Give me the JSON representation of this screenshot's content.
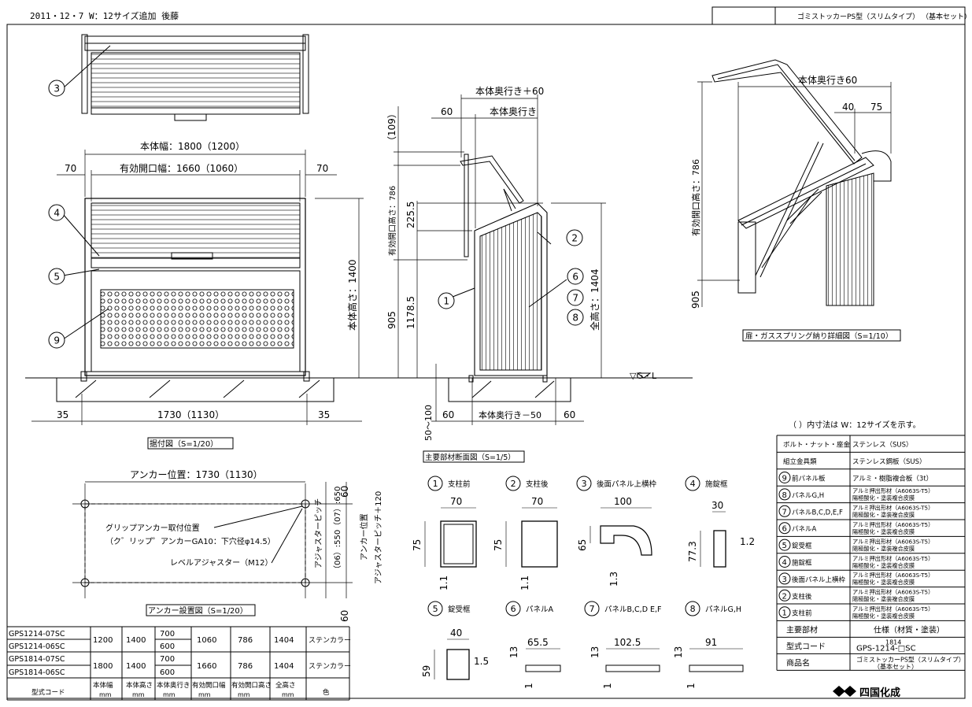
{
  "header": {
    "date_note": "2011・12・7 W：12サイズ追加 後藤",
    "title": "ゴミストッカーPS型（スリムタイプ） （基本セット）"
  },
  "callouts": [
    "1",
    "2",
    "3",
    "4",
    "5",
    "6",
    "7",
    "8",
    "9"
  ],
  "front_view": {
    "overall_width": "本体幅：1800（1200）",
    "side_70": "70",
    "opening_width": "有効開口幅：1660（1060）",
    "height_label": "本体高さ：1400",
    "anchor_span": "1730（1130）",
    "side_35": "35",
    "caption": "据付図（S=1/20）"
  },
  "side_view": {
    "depth_plus_60": "本体奥行き＋60",
    "dim_60": "60",
    "depth": "本体奥行き",
    "dim_109": "（109）",
    "opening_height": "有効開口高さ：786",
    "dim_2255": "225.5",
    "dim_905": "905",
    "dim_11785": "1178.5",
    "total_height": "全高さ：1404",
    "gl": "▽G・L",
    "dim_50_100": "50～100",
    "depth_minus_50": "本体奥行き－50"
  },
  "detail_view": {
    "depth_60": "本体奥行き60",
    "dim_40": "40",
    "dim_75": "75",
    "opening_height": "有効開口高さ：786",
    "dim_905": "905",
    "caption": "扉・ガススプリング納り詳細図（S=1/10）"
  },
  "anchor_view": {
    "anchor_position": "アンカー位置：1730（1130）",
    "dim_60": "60",
    "grip_anchor": "グリップアンカー取付位置",
    "grip_anchor_spec": "（ク゛リップ゜アンカーGA10：下穴径φ14.5）",
    "level_adjuster": "レベルアジャスター（M12）",
    "adj_pitch": "アジャスターピッチ",
    "adj_pitch_values": "（06）:550（07）:650",
    "anchor_pos_v": "アンカー位置",
    "adj_pitch_plus": "アジャスターピッチ＋120",
    "caption": "アンカー設置図（S=1/20）"
  },
  "sections": {
    "caption": "主要部材断面図（S=1/5）",
    "items": [
      {
        "no": "1",
        "name": "支柱前",
        "w": "70",
        "h": "75",
        "t": "1.1"
      },
      {
        "no": "2",
        "name": "支柱後",
        "w": "70",
        "h": "75",
        "t": "1.1"
      },
      {
        "no": "3",
        "name": "後面パネル上横枠",
        "w": "100",
        "h": "65",
        "t": "1.3"
      },
      {
        "no": "4",
        "name": "施錠框",
        "w": "30",
        "h": "77.3",
        "t": "1.2"
      },
      {
        "no": "5",
        "name": "錠受框",
        "w": "40",
        "h": "59",
        "t": "1.5"
      },
      {
        "no": "6",
        "name": "パネルA",
        "w": "65.5",
        "h": "13",
        "t": "1"
      },
      {
        "no": "7",
        "name": "パネルB,C,D E,F",
        "w": "102.5",
        "h": "13",
        "t": "1"
      },
      {
        "no": "8",
        "name": "パネルG,H",
        "w": "91",
        "h": "13",
        "t": "1"
      }
    ]
  },
  "size_table": {
    "headers": [
      "型式コード",
      "本体幅 mm",
      "本体高さ mm",
      "本体奥行き mm",
      "有効開口幅 mm",
      "有効開口高さ mm",
      "全高さ mm",
      "色"
    ],
    "rows": [
      [
        "GPS1214-07SC",
        "1200",
        "1400",
        "700",
        "1060",
        "786",
        "1404",
        "ステンカラー"
      ],
      [
        "GPS1214-06SC",
        "1200",
        "1400",
        "600",
        "1060",
        "786",
        "1404",
        "ステンカラー"
      ],
      [
        "GPS1814-07SC",
        "1800",
        "1400",
        "700",
        "1660",
        "786",
        "1404",
        "ステンカラー"
      ],
      [
        "GPS1814-06SC",
        "1800",
        "1400",
        "600",
        "1660",
        "786",
        "1404",
        "ステンカラー"
      ]
    ]
  },
  "spec_table": {
    "note": "（ ）内寸法は W：12サイズを示す。",
    "rows": [
      {
        "no": "",
        "part": "ボルト・ナット・座金",
        "spec": "ステンレス（SUS）"
      },
      {
        "no": "",
        "part": "組立金具類",
        "spec": "ステンレス鋼板（SUS）"
      },
      {
        "no": "9",
        "part": "前パネル板",
        "spec": "アルミ・樹脂複合板（3t）"
      },
      {
        "no": "8",
        "part": "パネルG,H",
        "spec": "アルミ押出形材（A6063S-T5） 陽極酸化・塗装複合皮膜"
      },
      {
        "no": "7",
        "part": "パネルB,C,D,E,F",
        "spec": "アルミ押出形材（A6063S-T5） 陽極酸化・塗装複合皮膜"
      },
      {
        "no": "6",
        "part": "パネルA",
        "spec": "アルミ押出形材（A6063S-T5） 陽極酸化・塗装複合皮膜"
      },
      {
        "no": "5",
        "part": "錠受框",
        "spec": "アルミ押出形材（A6063S-T5） 陽極酸化・塗装複合皮膜"
      },
      {
        "no": "4",
        "part": "施錠框",
        "spec": "アルミ押出形材（A6063S-T5） 陽極酸化・塗装複合皮膜"
      },
      {
        "no": "3",
        "part": "後面パネル上横枠",
        "spec": "アルミ押出形材（A6063S-T5） 陽極酸化・塗装複合皮膜"
      },
      {
        "no": "2",
        "part": "支柱後",
        "spec": "アルミ押出形材（A6063S-T5） 陽極酸化・塗装複合皮膜"
      },
      {
        "no": "1",
        "part": "支柱前",
        "spec": "アルミ押出形材（A6063S-T5） 陽極酸化・塗装複合皮膜"
      }
    ],
    "main_part_label": "主要部材",
    "spec_label": "仕様（材質・塗装）",
    "code_label": "型式コード",
    "code_value_top": "1814",
    "code_value_mid": "GPS-1214-□SC",
    "product_label": "商品名",
    "product_value": "ゴミストッカーPS型（スリムタイプ） （基本セット）",
    "logo": "四国化成"
  }
}
